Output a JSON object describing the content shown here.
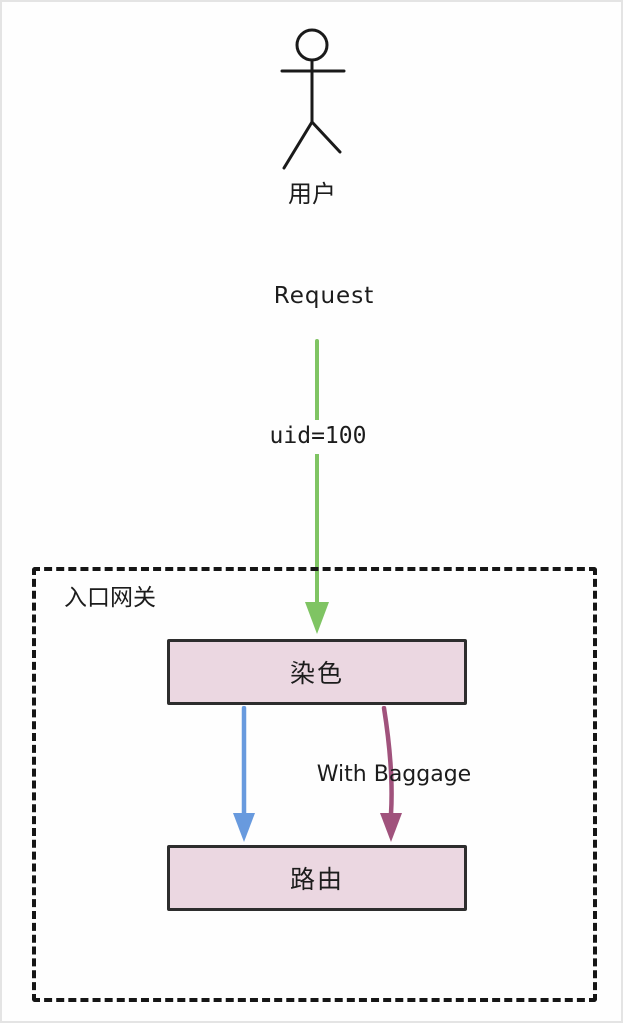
{
  "diagram": {
    "actor_label": "用户",
    "request_label": "Request",
    "uid_label": "uid=100",
    "gateway_label": "入口网关",
    "dye_node_label": "染色",
    "route_node_label": "路由",
    "baggage_label": "With Baggage"
  },
  "colors": {
    "request_arrow": "#7fc463",
    "direct_arrow": "#689ade",
    "baggage_arrow": "#a0527c",
    "node_fill": "#ebd7e1",
    "node_border": "#2d2d2d",
    "gateway_border": "#161616",
    "figure_stroke": "#1a1a1a"
  }
}
